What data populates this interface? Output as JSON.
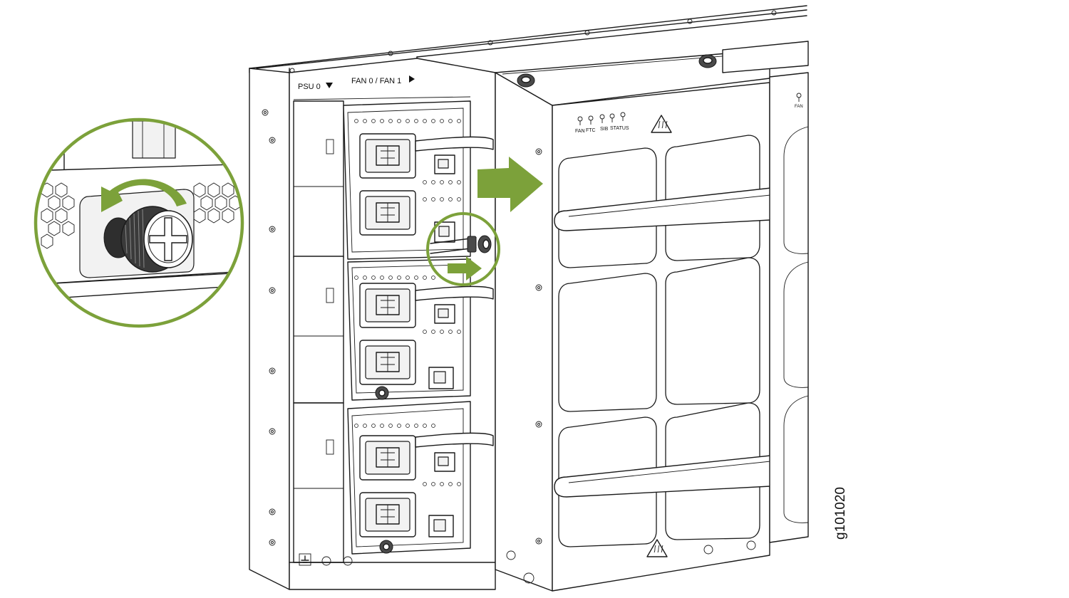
{
  "colors": {
    "accent_green": "#7ca13a",
    "line": "#1a1a1a",
    "background": "#ffffff"
  },
  "labels": {
    "psu0": "PSU 0",
    "fan01": "FAN 0 / FAN 1",
    "led_fan": "FAN",
    "led_ftc": "FTC",
    "led_sib": "SIB",
    "led_status": "STATUS",
    "right_fan": "FAN",
    "figure_id": "g101020"
  },
  "icons": [
    "down-triangle-icon",
    "right-triangle-icon",
    "hot-surface-warning-icon",
    "rotate-counterclockwise-arrow-icon",
    "ground-symbol-icon",
    "captive-screw-icon"
  ]
}
